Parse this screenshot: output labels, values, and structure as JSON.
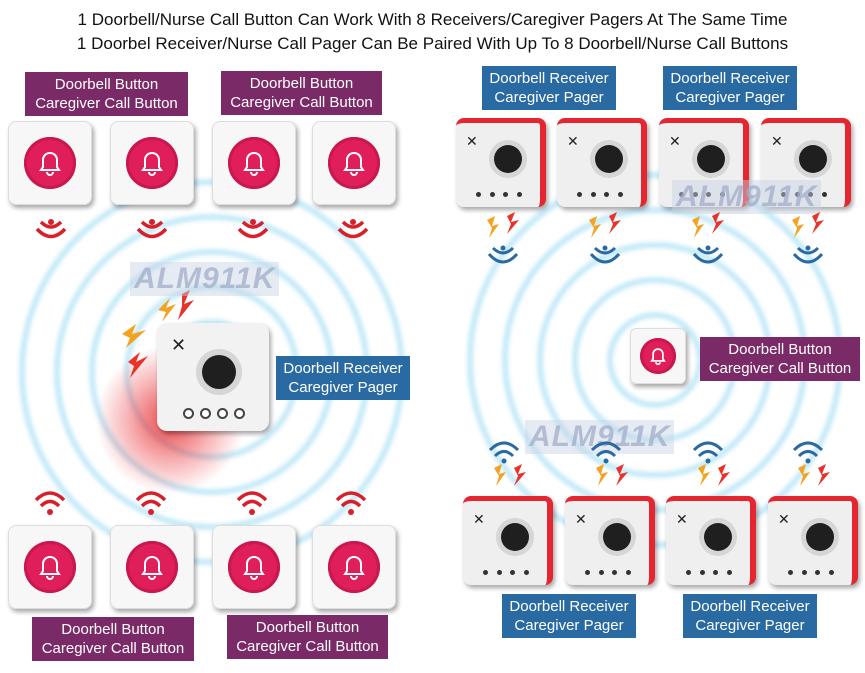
{
  "headline": {
    "line1": "1 Doorbell/Nurse Call Button Can Work With 8 Receivers/Caregiver Pagers At The Same Time",
    "line2": "1 Doorbel Receiver/Nurse Call Pager Can Be Paired With Up To 8 Doorbell/Nurse Call Buttons"
  },
  "labels": {
    "top_left_1": {
      "line1": "Doorbell Button",
      "line2": "Caregiver Call Button"
    },
    "top_left_2": {
      "line1": "Doorbell Button",
      "line2": "Caregiver Call Button"
    },
    "center_left": {
      "line1": "Doorbell Receiver",
      "line2": "Caregiver Pager"
    },
    "bottom_left_1": {
      "line1": "Doorbell Button",
      "line2": "Caregiver Call Button"
    },
    "bottom_left_2": {
      "line1": "Doorbell Button",
      "line2": "Caregiver Call Button"
    },
    "top_right_1": {
      "line1": "Doorbell Receiver",
      "line2": "Caregiver Pager"
    },
    "top_right_2": {
      "line1": "Doorbell Receiver",
      "line2": "Caregiver Pager"
    },
    "center_right": {
      "line1": "Doorbell Button",
      "line2": "Caregiver Call Button"
    },
    "bottom_right_1": {
      "line1": "Doorbell Receiver",
      "line2": "Caregiver Pager"
    },
    "bottom_right_2": {
      "line1": "Doorbell Receiver",
      "line2": "Caregiver Pager"
    }
  },
  "watermark": "ALM911K",
  "colors": {
    "label_purple": "#7a2a66",
    "label_blue": "#2a6aa3",
    "button_red": "#e01e5a",
    "pager_red": "#e5252f",
    "wave_red": "#d8202a",
    "wave_blue": "#2a6aa3",
    "ripple_blue": "#7fd0f0"
  },
  "icons": {
    "button": "bell-icon",
    "signal_out": "wifi-signal-icon",
    "signal_in": "signal-waves-icon",
    "lightning": "lightning-bolt-icon"
  }
}
